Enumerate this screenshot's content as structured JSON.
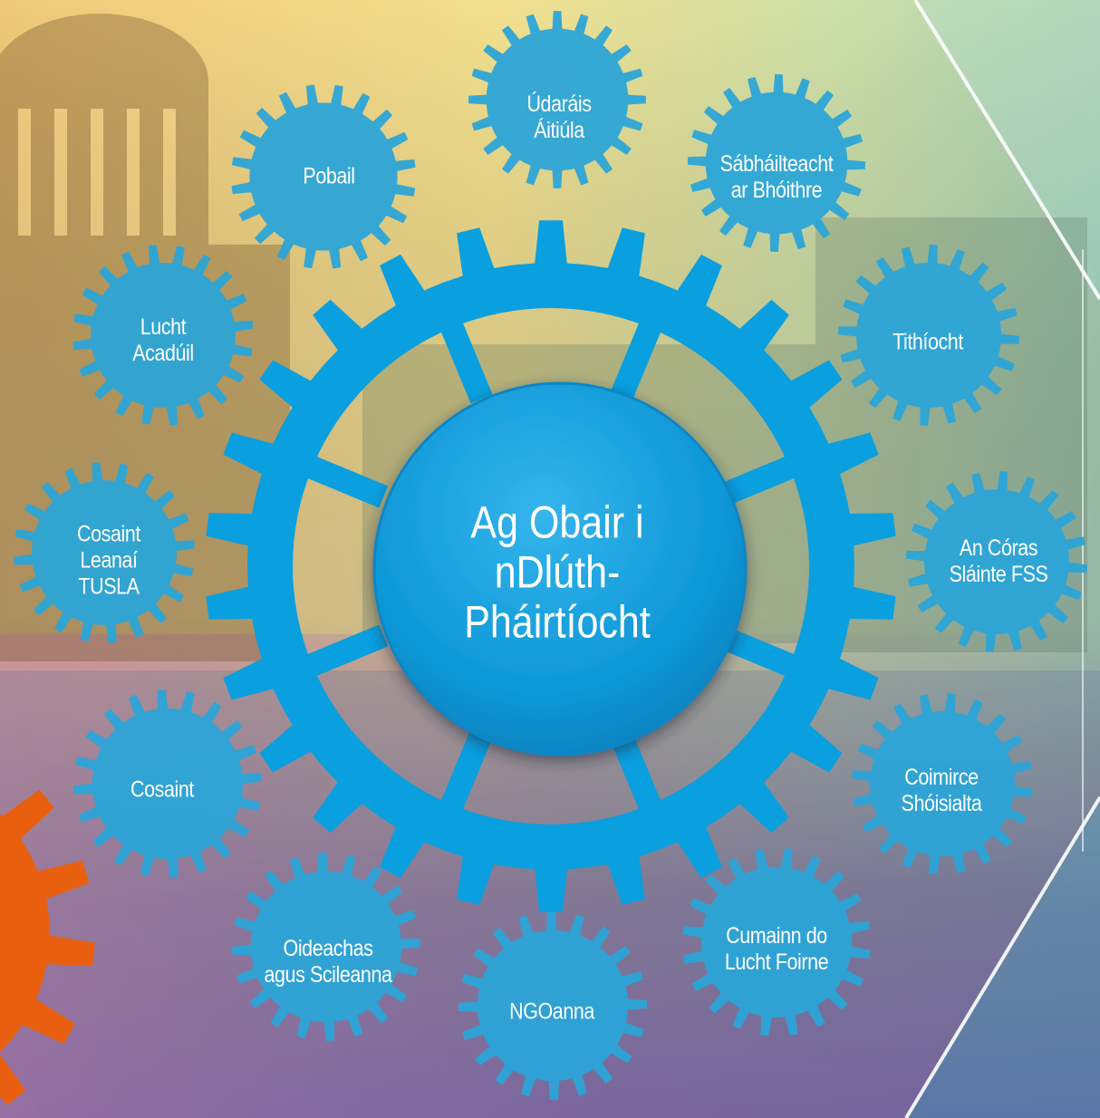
{
  "diagram": {
    "center": {
      "label": "Ag Obair i\nnDlúth-\nPháirtíocht"
    },
    "partners": [
      {
        "id": "udarais",
        "label": "Údaráis\nÁitiúla"
      },
      {
        "id": "pobail",
        "label": "Pobail"
      },
      {
        "id": "sabhailteacht",
        "label": "Sábháilteacht\nar Bhóithre"
      },
      {
        "id": "lucht-acaduil",
        "label": "Lucht\nAcadúil"
      },
      {
        "id": "tithiocht",
        "label": "Tithíocht"
      },
      {
        "id": "cosaint-leanai",
        "label": "Cosaint\nLeanaí\nTUSLA"
      },
      {
        "id": "coras-slainte",
        "label": "An Córas\nSláinte FSS"
      },
      {
        "id": "cosaint",
        "label": "Cosaint"
      },
      {
        "id": "coimirce",
        "label": "Coimirce\nShóisialta"
      },
      {
        "id": "oideachas",
        "label": "Oideachas\nagus Scileanna"
      },
      {
        "id": "cumainn",
        "label": "Cumainn do\nLucht Foirne"
      },
      {
        "id": "ngoanna",
        "label": "NGOanna"
      }
    ]
  },
  "colors": {
    "gear_blue": "#0a9fdf",
    "small_gear_blue": "#2aa5d8",
    "orange_gear": "#e8600f",
    "bg_yellow": "#f3d989",
    "bg_green": "#b8d7b0",
    "bg_purple": "#8c6aa8",
    "bg_pink": "#c77fb6"
  }
}
